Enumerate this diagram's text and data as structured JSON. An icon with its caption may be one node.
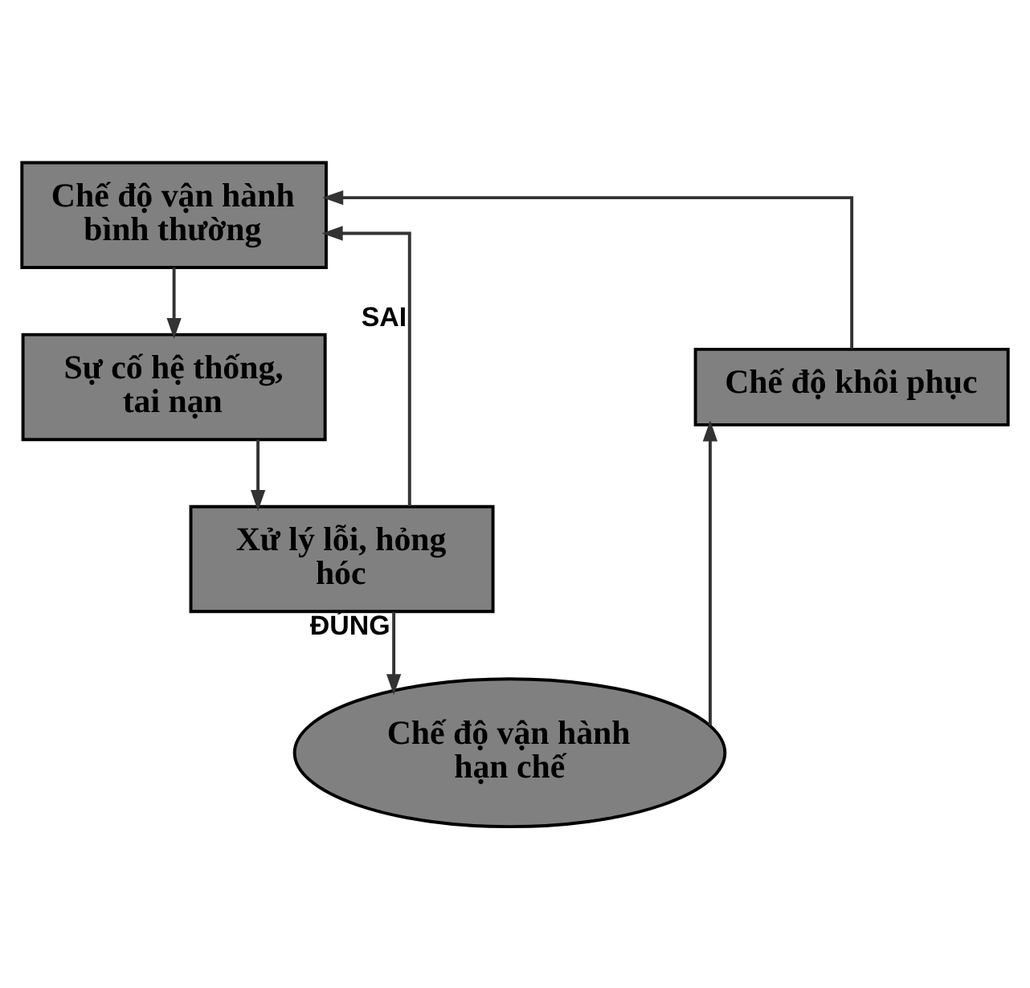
{
  "diagram": {
    "nodes": [
      {
        "text": [
          "Chế độ vận hành bình thường"
        ]
      },
      {
        "text": [
          "Sự cố hệ thống, tai nạn"
        ]
      },
      {
        "text": [
          "Xử lý lỗi, hỏng hóc"
        ]
      },
      {
        "text": [
          "Chế độ vận hành hạn chế"
        ]
      },
      {
        "text": [
          "Chế độ khôi phục"
        ]
      }
    ],
    "edges": [
      {
        "from": 0,
        "to": 1,
        "arrow": "to"
      },
      {
        "from": 1,
        "to": 2,
        "arrow": "to"
      },
      {
        "from": 2,
        "to": 0,
        "arrow": "to",
        "label": "SAI"
      },
      {
        "from": 2,
        "to": 3,
        "arrow": "to",
        "label": "ĐÚNG"
      },
      {
        "from": 3,
        "to": 4,
        "arrow": "to"
      },
      {
        "from": 4,
        "to": 0,
        "arrow": "to"
      }
    ]
  }
}
